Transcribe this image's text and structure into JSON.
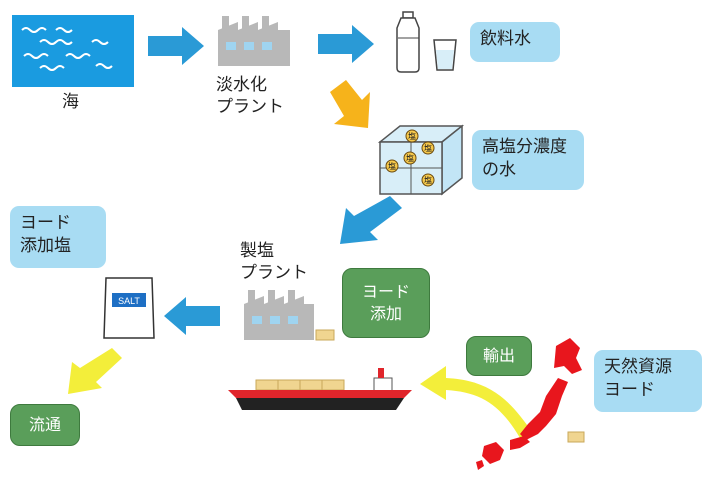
{
  "nodes": {
    "sea": "海",
    "desal_plant": [
      "淡水化",
      "プラント"
    ],
    "drinking_water": "飲料水",
    "brine": [
      "高塩分濃度",
      "の水"
    ],
    "iodized_salt": [
      "ヨード",
      "添加塩"
    ],
    "salt_plant": [
      "製塩",
      "プラント"
    ],
    "iodine_addition": [
      "ヨード",
      "添加"
    ],
    "export": "輸出",
    "natural_iodine": [
      "天然資源",
      "ヨード"
    ],
    "distribution": "流通",
    "salt_bag": "SALT",
    "salt_char": "塩"
  },
  "colors": {
    "sea": "#1a9be0",
    "arrow_blue": "#2a9ad6",
    "arrow_orange": "#f6b31b",
    "arrow_yellow": "#f3ee3a",
    "japan_red": "#e8161d",
    "box_blue": "#a8dcf3",
    "box_green": "#5a9e5a",
    "factory_gray": "#b8b8b8",
    "ship_red": "#e0252b"
  }
}
